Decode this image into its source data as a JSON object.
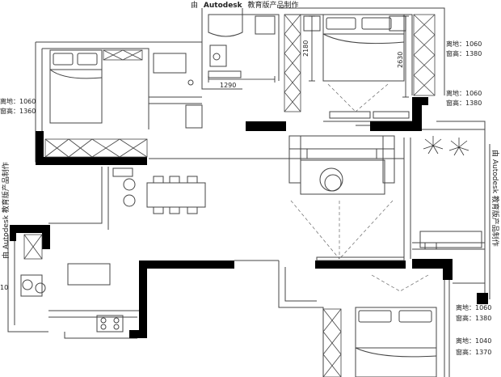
{
  "watermark": {
    "prefix": "由",
    "brand": "Autodesk",
    "suffix": "教育版产品制作",
    "side_left": "由 Autodesk 教育版产品制作",
    "side_right": "由 Autodesk 教育版产品制作"
  },
  "dimensions": {
    "d_1290": "1290",
    "d_2180": "2180",
    "d_2630": "2630"
  },
  "window_notes": {
    "n1_sill": "离地：1060",
    "n1_head": "窗高：1380",
    "n2_sill": "离地：1060",
    "n2_head": "窗高：1380",
    "n3_sill": "离地：1060",
    "n3_head": "窗高：1360",
    "n4_sill": "离地：1060",
    "n4_head": "窗高：1380",
    "n5_sill": "离地：1040",
    "n5_head": "窗高：1370",
    "left_edge_label": "10"
  },
  "colors": {
    "wall": "#000000",
    "line": "#444444",
    "background": "#ffffff"
  }
}
